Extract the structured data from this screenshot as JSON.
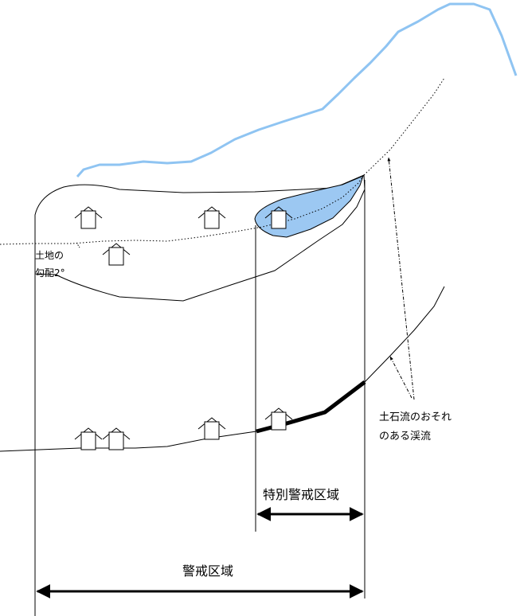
{
  "labels": {
    "slope_line1": "土地の",
    "slope_line2": "勾配2°",
    "stream_line1": "土石流のおそれ",
    "stream_line2": "のある渓流",
    "special_zone": "特別警戒区域",
    "warning_zone": "警戒区域"
  },
  "colors": {
    "ridge": "#8fc4f2",
    "fan": "#9cc8f2",
    "line": "#000000"
  },
  "icons": [
    "house-icon",
    "arrow-icon"
  ]
}
